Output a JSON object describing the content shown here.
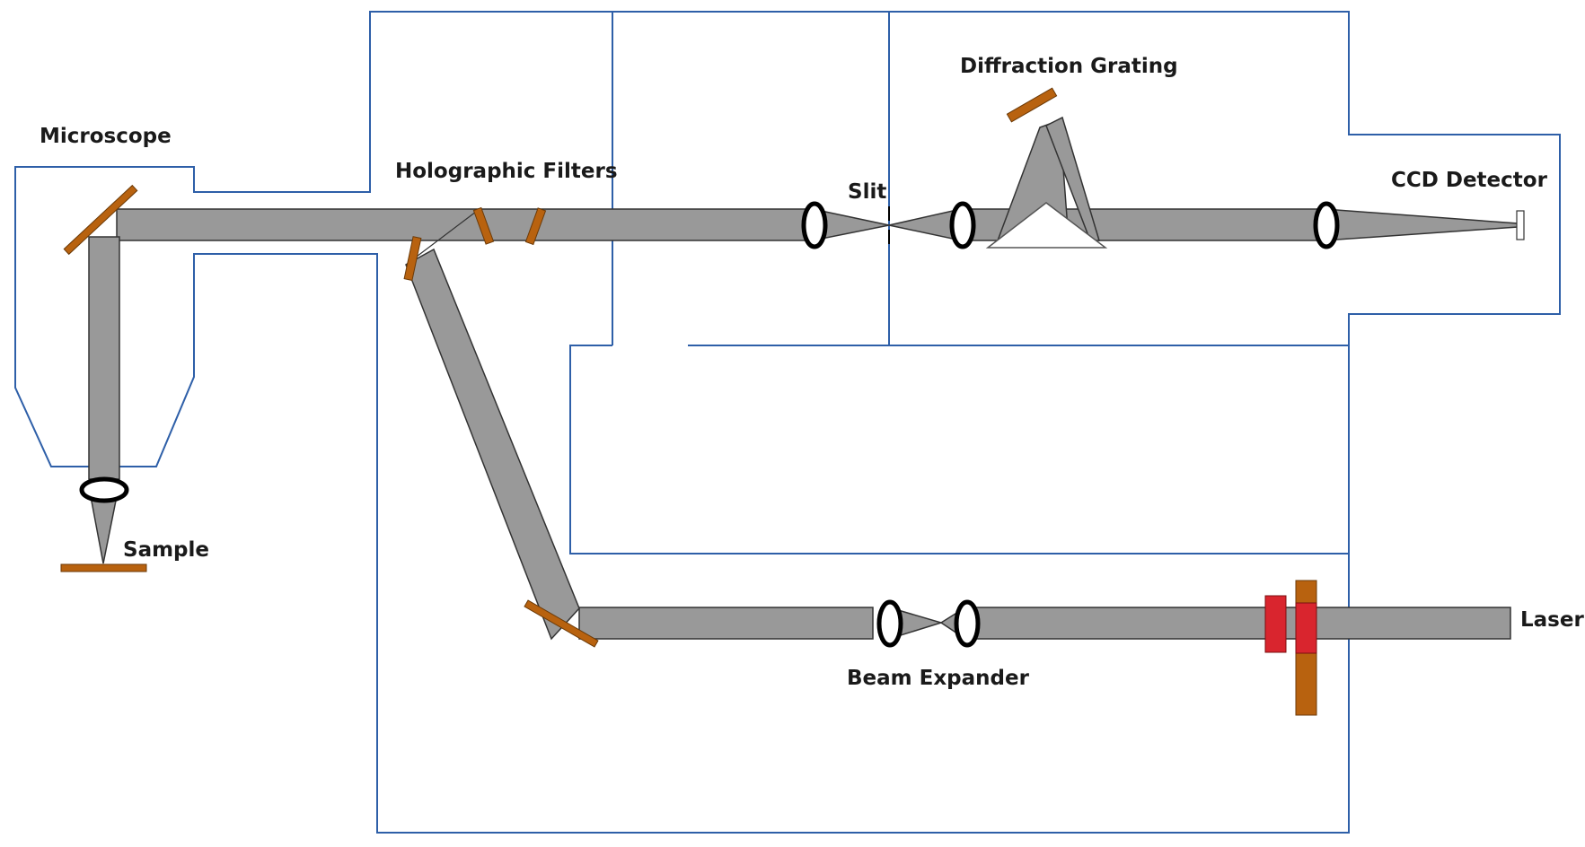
{
  "labels": {
    "microscope": "Microscope",
    "holographic_filters": "Holographic Filters",
    "slit": "Slit",
    "diffraction_grating": "Diffraction Grating",
    "ccd_detector": "CCD Detector",
    "sample": "Sample",
    "beam_expander": "Beam Expander",
    "laser": "Laser"
  },
  "colors": {
    "enclosure": "#2e5fa8",
    "beam": "#999999",
    "optic_mount": "#b8620f",
    "filter_red": "#d9252e"
  },
  "icons": [
    "mirror",
    "lens",
    "holographic-filter",
    "slit",
    "diffraction-grating",
    "prism",
    "ccd-detector",
    "sample-stage",
    "laser-source"
  ]
}
